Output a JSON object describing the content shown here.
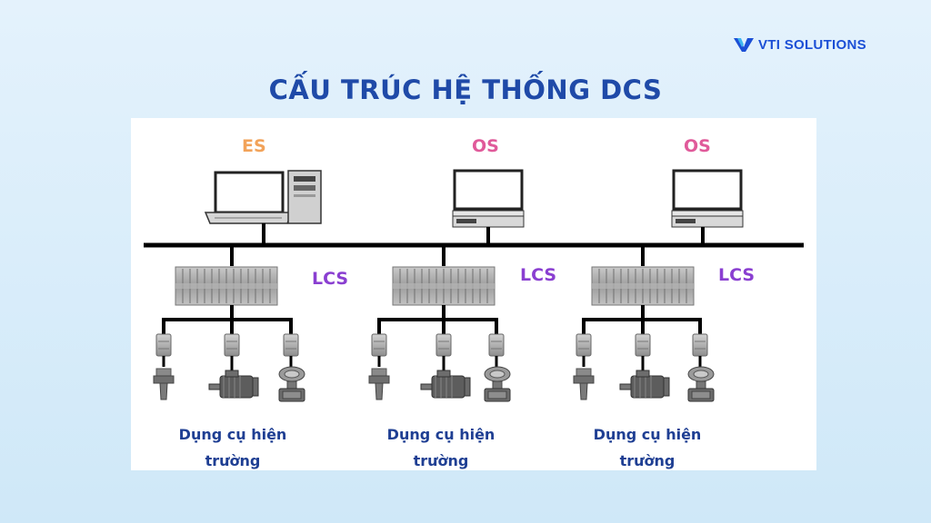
{
  "brand": {
    "name": "VTI SOLUTIONS",
    "logo_icon": "vti-logo-icon"
  },
  "title": "CẤU TRÚC HỆ THỐNG DCS",
  "stations": {
    "es": "ES",
    "os1": "OS",
    "os2": "OS"
  },
  "lcs": [
    "LCS",
    "LCS",
    "LCS"
  ],
  "field_devices": [
    "Dụng cụ hiện\ntrường",
    "Dụng cụ hiện\ntrường",
    "Dụng cụ hiện\ntrường"
  ],
  "colors": {
    "title": "#1f4aa8",
    "es": "#f2a35a",
    "os": "#e05a9a",
    "lcs": "#8a3fd1",
    "field": "#1f3f93",
    "brand": "#1b4fd6"
  }
}
